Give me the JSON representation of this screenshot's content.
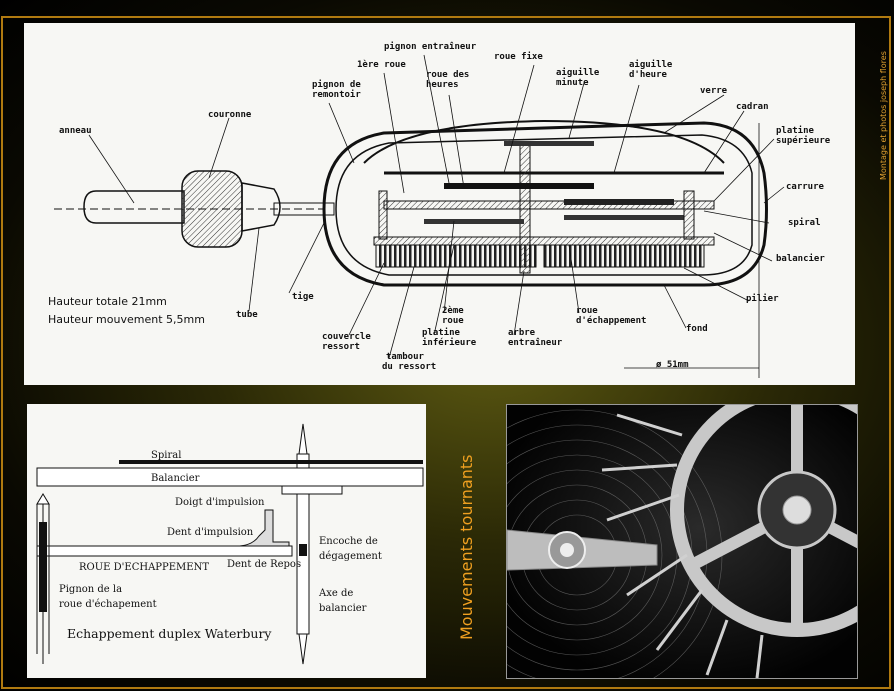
{
  "credit": "Montage et photos joseph flores",
  "side_title": "Mouvements tournants",
  "top_diagram": {
    "labels": {
      "anneau": "anneau",
      "couronne": "couronne",
      "pignon_remontoir_1": "pignon de",
      "pignon_remontoir_2": "remontoir",
      "premiere_roue": "1ère roue",
      "pignon_entraineur": "pignon entraîneur",
      "roue_heures_1": "roue des",
      "roue_heures_2": "heures",
      "roue_fixe": "roue fixe",
      "aiguille_minute_1": "aiguille",
      "aiguille_minute_2": "minute",
      "aiguille_heure_1": "aiguille",
      "aiguille_heure_2": "d'heure",
      "verre": "verre",
      "cadran": "cadran",
      "platine_sup_1": "platine",
      "platine_sup_2": "supérieure",
      "carrure": "carrure",
      "spiral": "spiral",
      "balancier": "balancier",
      "pilier": "pilier",
      "fond": "fond",
      "tige": "tige",
      "tube": "tube",
      "couvercle_1": "couvercle",
      "couvercle_2": "ressort",
      "tambour_1": "tambour",
      "tambour_2": "du ressort",
      "platine_inf_1": "platine",
      "platine_inf_2": "inférieure",
      "deuxieme_roue_1": "2ème",
      "deuxieme_roue_2": "roue",
      "arbre_1": "arbre",
      "arbre_2": "entraîneur",
      "roue_echap_1": "roue",
      "roue_echap_2": "d'échappement",
      "diametre": "ø 51mm",
      "hauteur_totale": "Hauteur totale 21mm",
      "hauteur_mouvement": "Hauteur mouvement 5,5mm"
    }
  },
  "bottom_diagram": {
    "title": "Echappement duplex Waterbury",
    "labels": {
      "spiral": "Spiral",
      "balancier": "Balancier",
      "doigt": "Doigt d'impulsion",
      "dent_impulsion": "Dent d'impulsion",
      "roue": "ROUE D'ECHAPPEMENT",
      "dent_repos": "Dent de Repos",
      "encoche_1": "Encoche de",
      "encoche_2": "dégagement",
      "axe_1": "Axe de",
      "axe_2": "balancier",
      "pignon_1": "Pignon de la",
      "pignon_2": "roue d'échapement"
    }
  }
}
